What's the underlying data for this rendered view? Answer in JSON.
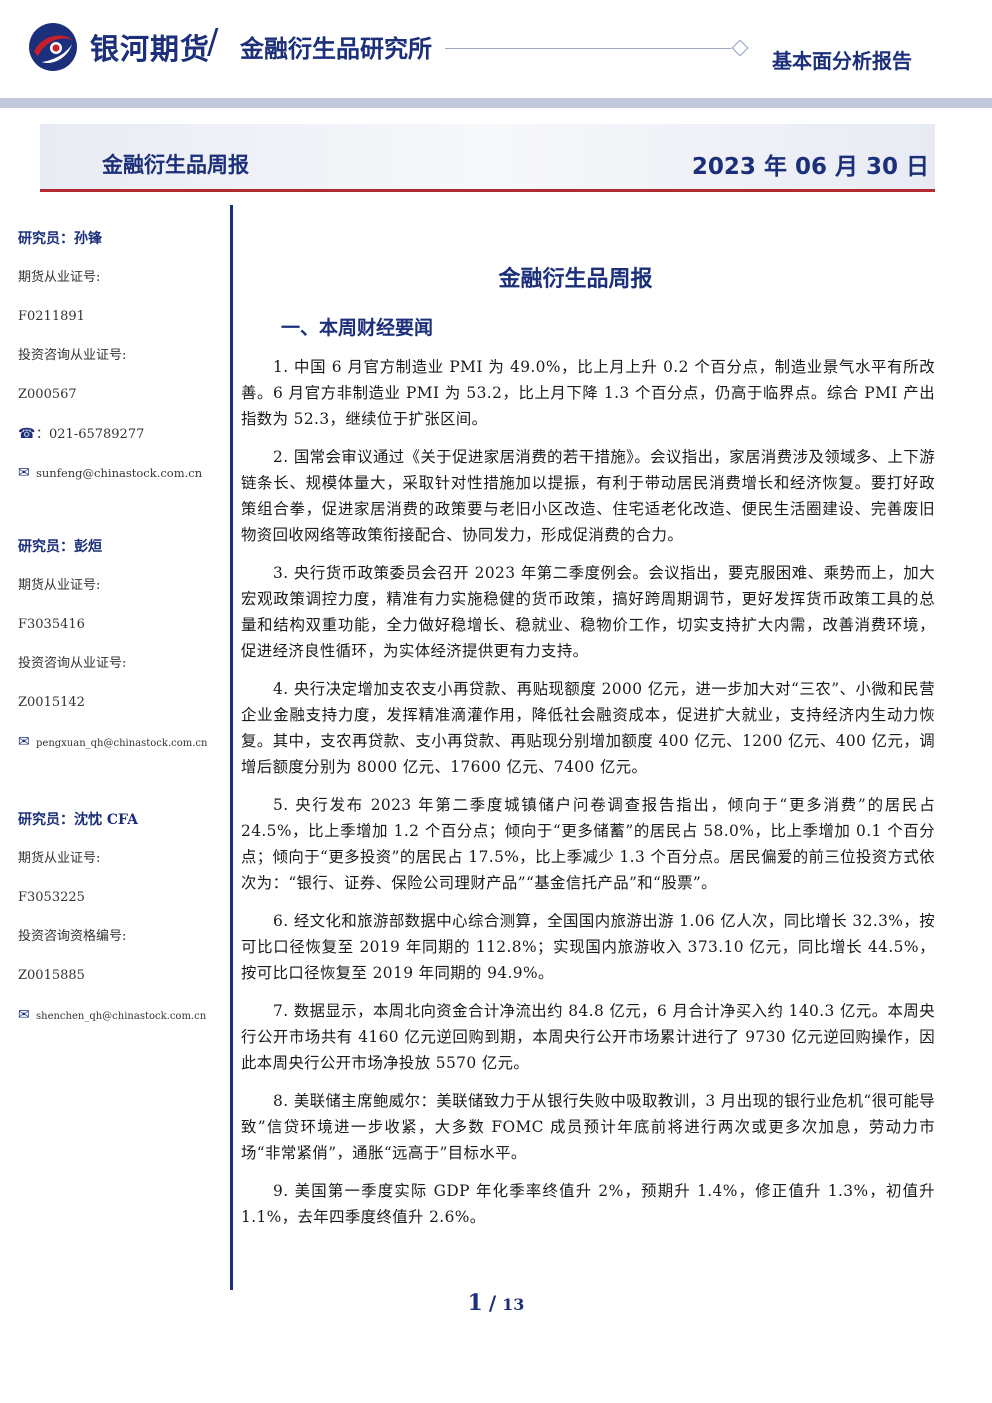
{
  "header": {
    "brand": "银河期货",
    "institute": "金融衍生品研究所",
    "report_type": "基本面分析报告",
    "colors": {
      "navy": "#1b2f7a",
      "red": "#c8202b"
    }
  },
  "banner": {
    "title": "金融衍生品周报",
    "date": "2023 年 06 月 30 日"
  },
  "sidebar": {
    "analysts": [
      {
        "name": "研究员：孙锋",
        "futures_label": "期货从业证号:",
        "futures_no": "F0211891",
        "advisory_label": "投资咨询从业证号:",
        "advisory_no": "Z000567",
        "phone": "：021-65789277",
        "email": "sunfeng@chinastock.com.cn"
      },
      {
        "name": "研究员：彭烜",
        "futures_label": "期货从业证号:",
        "futures_no": "F3035416",
        "advisory_label": "投资咨询从业证号:",
        "advisory_no": "Z0015142",
        "email": "pengxuan_qh@chinastock.com.cn"
      },
      {
        "name": "研究员：沈忱  CFA",
        "futures_label": "期货从业证号:",
        "futures_no": "F3053225",
        "advisory_label": "投资咨询资格编号:",
        "advisory_no": "Z0015885",
        "email": "shenchen_qh@chinastock.com.cn"
      }
    ]
  },
  "main": {
    "title": "金融衍生品周报",
    "section": "一、本周财经要闻",
    "paragraphs": [
      "1. 中国 6 月官方制造业 PMI 为 49.0%，比上月上升 0.2 个百分点，制造业景气水平有所改善。6 月官方非制造业 PMI 为 53.2，比上月下降 1.3 个百分点，仍高于临界点。综合 PMI 产出指数为 52.3，继续位于扩张区间。",
      "2. 国常会审议通过《关于促进家居消费的若干措施》。会议指出，家居消费涉及领域多、上下游链条长、规模体量大，采取针对性措施加以提振，有利于带动居民消费增长和经济恢复。要打好政策组合拳，促进家居消费的政策要与老旧小区改造、住宅适老化改造、便民生活圈建设、完善废旧物资回收网络等政策衔接配合、协同发力，形成促消费的合力。",
      "3. 央行货币政策委员会召开 2023 年第二季度例会。会议指出，要克服困难、乘势而上，加大宏观政策调控力度，精准有力实施稳健的货币政策，搞好跨周期调节，更好发挥货币政策工具的总量和结构双重功能，全力做好稳增长、稳就业、稳物价工作，切实支持扩大内需，改善消费环境，促进经济良性循环，为实体经济提供更有力支持。",
      "4. 央行决定增加支农支小再贷款、再贴现额度 2000 亿元，进一步加大对“三农”、小微和民营企业金融支持力度，发挥精准滴灌作用，降低社会融资成本，促进扩大就业，支持经济内生动力恢复。其中，支农再贷款、支小再贷款、再贴现分别增加额度 400 亿元、1200 亿元、400 亿元，调增后额度分别为 8000 亿元、17600 亿元、7400 亿元。",
      "5. 央行发布 2023 年第二季度城镇储户问卷调查报告指出，倾向于“更多消费”的居民占 24.5%，比上季增加 1.2 个百分点；倾向于“更多储蓄”的居民占 58.0%，比上季增加 0.1 个百分点；倾向于“更多投资”的居民占 17.5%，比上季减少 1.3 个百分点。居民偏爱的前三位投资方式依次为：“银行、证券、保险公司理财产品”“基金信托产品”和“股票”。",
      "6. 经文化和旅游部数据中心综合测算，全国国内旅游出游 1.06 亿人次，同比增长 32.3%，按可比口径恢复至 2019 年同期的 112.8%；实现国内旅游收入 373.10 亿元，同比增长 44.5%，按可比口径恢复至 2019 年同期的 94.9%。",
      "7. 数据显示，本周北向资金合计净流出约 84.8 亿元，6 月合计净买入约 140.3 亿元。本周央行公开市场共有 4160 亿元逆回购到期，本周央行公开市场累计进行了 9730 亿元逆回购操作，因此本周央行公开市场净投放 5570 亿元。",
      "8. 美联储主席鲍威尔：美联储致力于从银行失败中吸取教训，3 月出现的银行业危机“很可能导致”信贷环境进一步收紧，大多数 FOMC 成员预计年底前将进行两次或更多次加息，劳动力市场“非常紧俏”，通胀“远高于”目标水平。",
      "9. 美国第一季度实际 GDP 年化季率终值升 2%，预期升 1.4%，修正值升 1.3%，初值升 1.1%，去年四季度终值升 2.6%。"
    ]
  },
  "footer": {
    "page": "1",
    "separator": "/",
    "total": "13"
  }
}
